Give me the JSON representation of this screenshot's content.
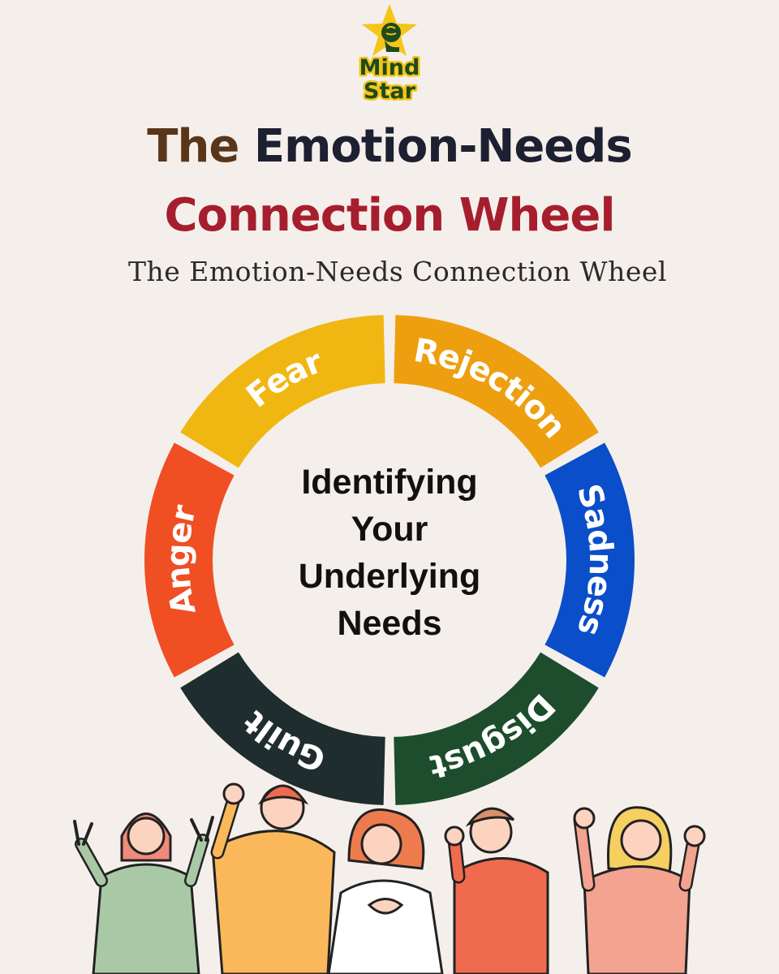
{
  "brand": {
    "line1": "Mind",
    "line2": "Star",
    "text_color": "#1f4a1a",
    "badge_color": "#f5c518"
  },
  "title": {
    "line1_part1": "The ",
    "line1_part2": "Emotion-Needs",
    "line2": "Connection Wheel",
    "color_the": "#5a3619",
    "color_main": "#1d2030",
    "color_line2": "#a61e2d"
  },
  "subtitle": "The Emotion-Needs Connection Wheel",
  "center": {
    "line1": "Identifying",
    "line2": "Your",
    "line3": "Underlying",
    "line4": "Needs"
  },
  "wheel": {
    "segments": [
      {
        "label": "Fear",
        "color": "#f0b712"
      },
      {
        "label": "Rejection",
        "color": "#ee9f0f"
      },
      {
        "label": "Sadness",
        "color": "#0a4ec9"
      },
      {
        "label": "Disgust",
        "color": "#1d4d2c"
      },
      {
        "label": "Guilt",
        "color": "#1f2d2e"
      },
      {
        "label": "Anger",
        "color": "#f04e23"
      }
    ]
  },
  "illustration": {
    "people_count": 5,
    "shirt_colors": [
      "#a9c9a6",
      "#fbb85a",
      "#ffffff",
      "#ef6a4e",
      "#f3a38f"
    ]
  }
}
